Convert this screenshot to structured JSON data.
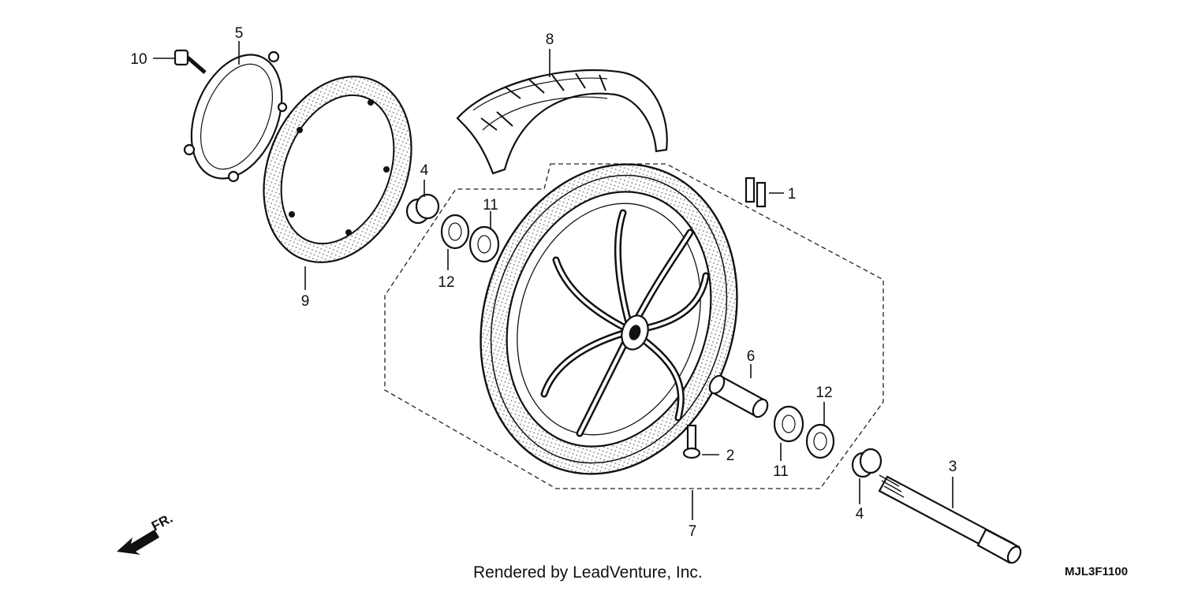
{
  "diagram": {
    "callouts": [
      {
        "id": "c1",
        "label": "1"
      },
      {
        "id": "c2",
        "label": "2"
      },
      {
        "id": "c3",
        "label": "3"
      },
      {
        "id": "c4a",
        "label": "4"
      },
      {
        "id": "c4b",
        "label": "4"
      },
      {
        "id": "c5",
        "label": "5"
      },
      {
        "id": "c6",
        "label": "6"
      },
      {
        "id": "c7",
        "label": "7"
      },
      {
        "id": "c8",
        "label": "8"
      },
      {
        "id": "c9",
        "label": "9"
      },
      {
        "id": "c10",
        "label": "10"
      },
      {
        "id": "c11a",
        "label": "11"
      },
      {
        "id": "c11b",
        "label": "11"
      },
      {
        "id": "c12a",
        "label": "12"
      },
      {
        "id": "c12b",
        "label": "12"
      }
    ],
    "front_arrow_label": "FR.",
    "credit": "Rendered by LeadVenture, Inc.",
    "diagram_code": "MJL3F1100"
  }
}
